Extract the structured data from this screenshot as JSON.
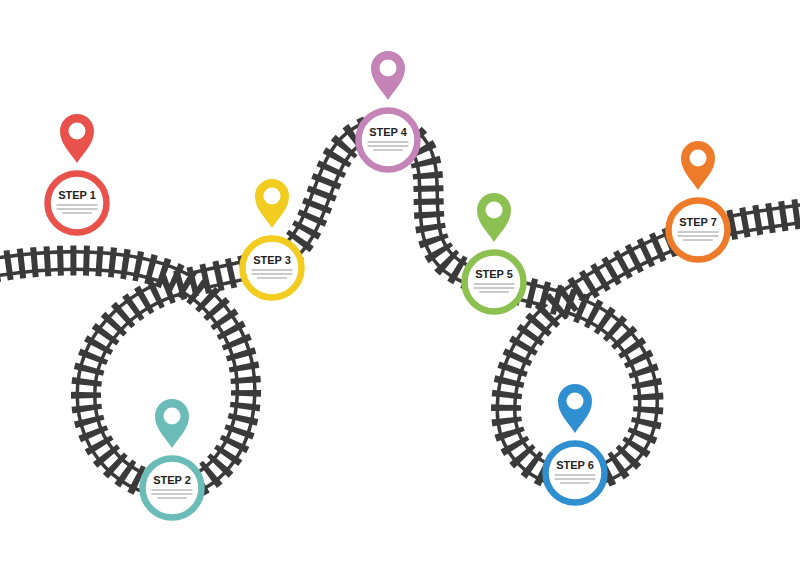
{
  "diagram": {
    "nodes": [
      {
        "text": [
          "STEP 1"
        ]
      },
      {
        "text": [
          "STEP 2"
        ]
      },
      {
        "text": [
          "STEP 3"
        ]
      },
      {
        "text": [
          "STEP 4"
        ]
      },
      {
        "text": [
          "STEP 5"
        ]
      },
      {
        "text": [
          "STEP 6"
        ]
      },
      {
        "text": [
          "STEP 7"
        ]
      }
    ]
  }
}
